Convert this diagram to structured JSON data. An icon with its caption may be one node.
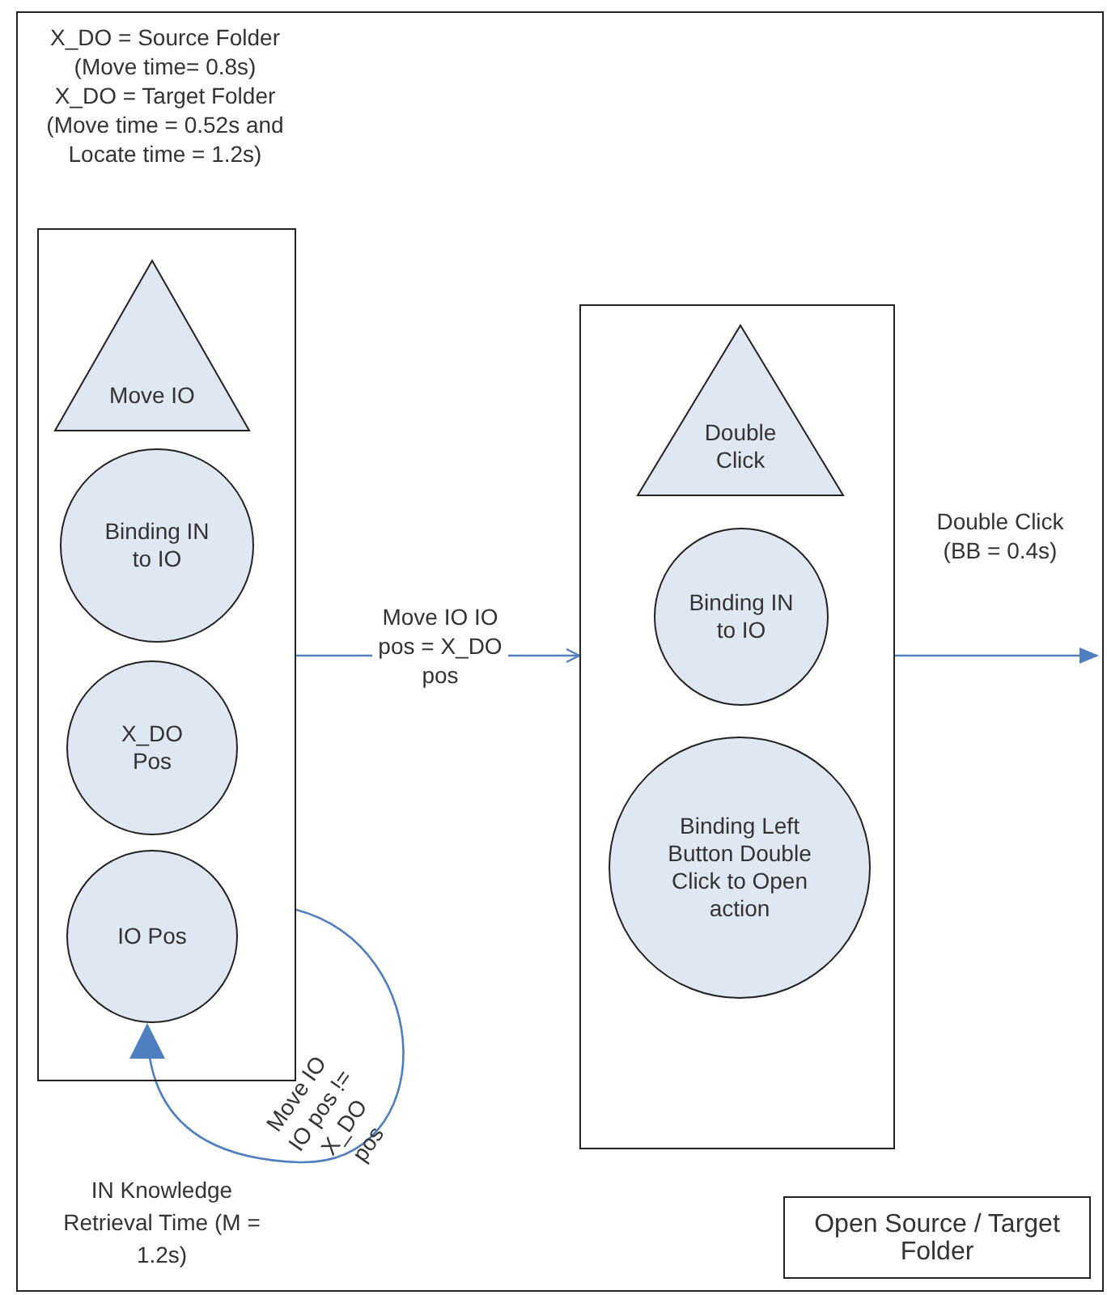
{
  "diagram": {
    "nodes": [
      {
        "text": [],
        "shape": "box"
      },
      {
        "text": [
          "X_DO = Source Folder (Move time= 0.8s)",
          "X_DO = Target Folder (Move time = 0.52s and Locate time = 1.2s)"
        ],
        "in": 0
      },
      {
        "text": [
          "Move IO"
        ],
        "in": 1
      },
      {
        "text": [
          "Binding IN to IO"
        ],
        "in": 1
      },
      {
        "text": [
          "X_DO Pos"
        ],
        "in": 1
      },
      {
        "text": [
          "IO Pos"
        ],
        "in": 1
      },
      {
        "text": [],
        "shape": "box",
        "in": 0
      },
      {
        "text": [
          "Double Click"
        ],
        "in": 6
      },
      {
        "text": [
          "Binding IN to IO"
        ],
        "in": 6
      },
      {
        "text": [
          "Binding Left Button Double Click to Open action"
        ],
        "in": 6
      },
      {
        "text": [
          "Open Source / Target Folder"
        ],
        "in": 0
      }
    ],
    "edges": [
      {
        "from": 1,
        "to": 6,
        "arrow": "to",
        "label": "Move IO IO pos = X_DO pos"
      },
      {
        "from": 6,
        "to": null,
        "arrow": "to",
        "label": "Double Click (BB = 0.4s)"
      },
      {
        "from": 1,
        "to": 5,
        "arrow": "to",
        "label": "Move IO IO pos != X_DO pos"
      }
    ],
    "labels": [
      "IN Knowledge Retrieval Time (M = 1.2s)"
    ]
  }
}
